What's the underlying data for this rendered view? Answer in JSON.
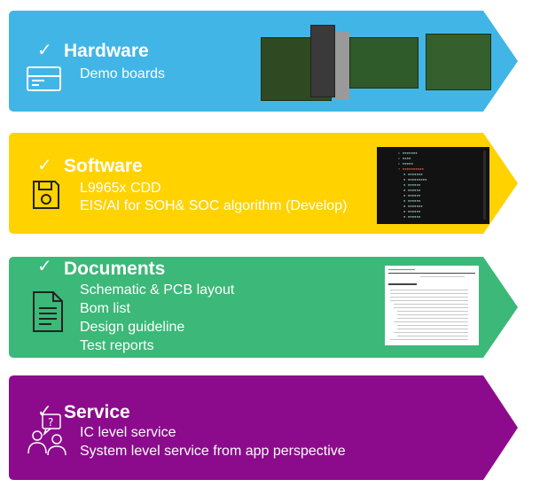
{
  "colors": {
    "hardware": "#41b6e6",
    "software": "#ffd200",
    "documents": "#3cb878",
    "service": "#8c0b8c"
  },
  "banners": [
    {
      "key": "hardware",
      "title": "Hardware",
      "items": [
        "Demo boards"
      ],
      "icon": "card-icon"
    },
    {
      "key": "software",
      "title": "Software",
      "items": [
        "L9965x CDD",
        "EIS/AI for SOH& SOC algorithm (Develop)"
      ],
      "icon": "floppy-disk-icon"
    },
    {
      "key": "documents",
      "title": "Documents",
      "items": [
        "Schematic & PCB layout",
        "Bom list",
        "Design guideline",
        "Test reports"
      ],
      "icon": "document-icon"
    },
    {
      "key": "service",
      "title": "Service",
      "items": [
        "IC level service",
        "System level service from app perspective"
      ],
      "icon": "people-question-icon"
    }
  ]
}
